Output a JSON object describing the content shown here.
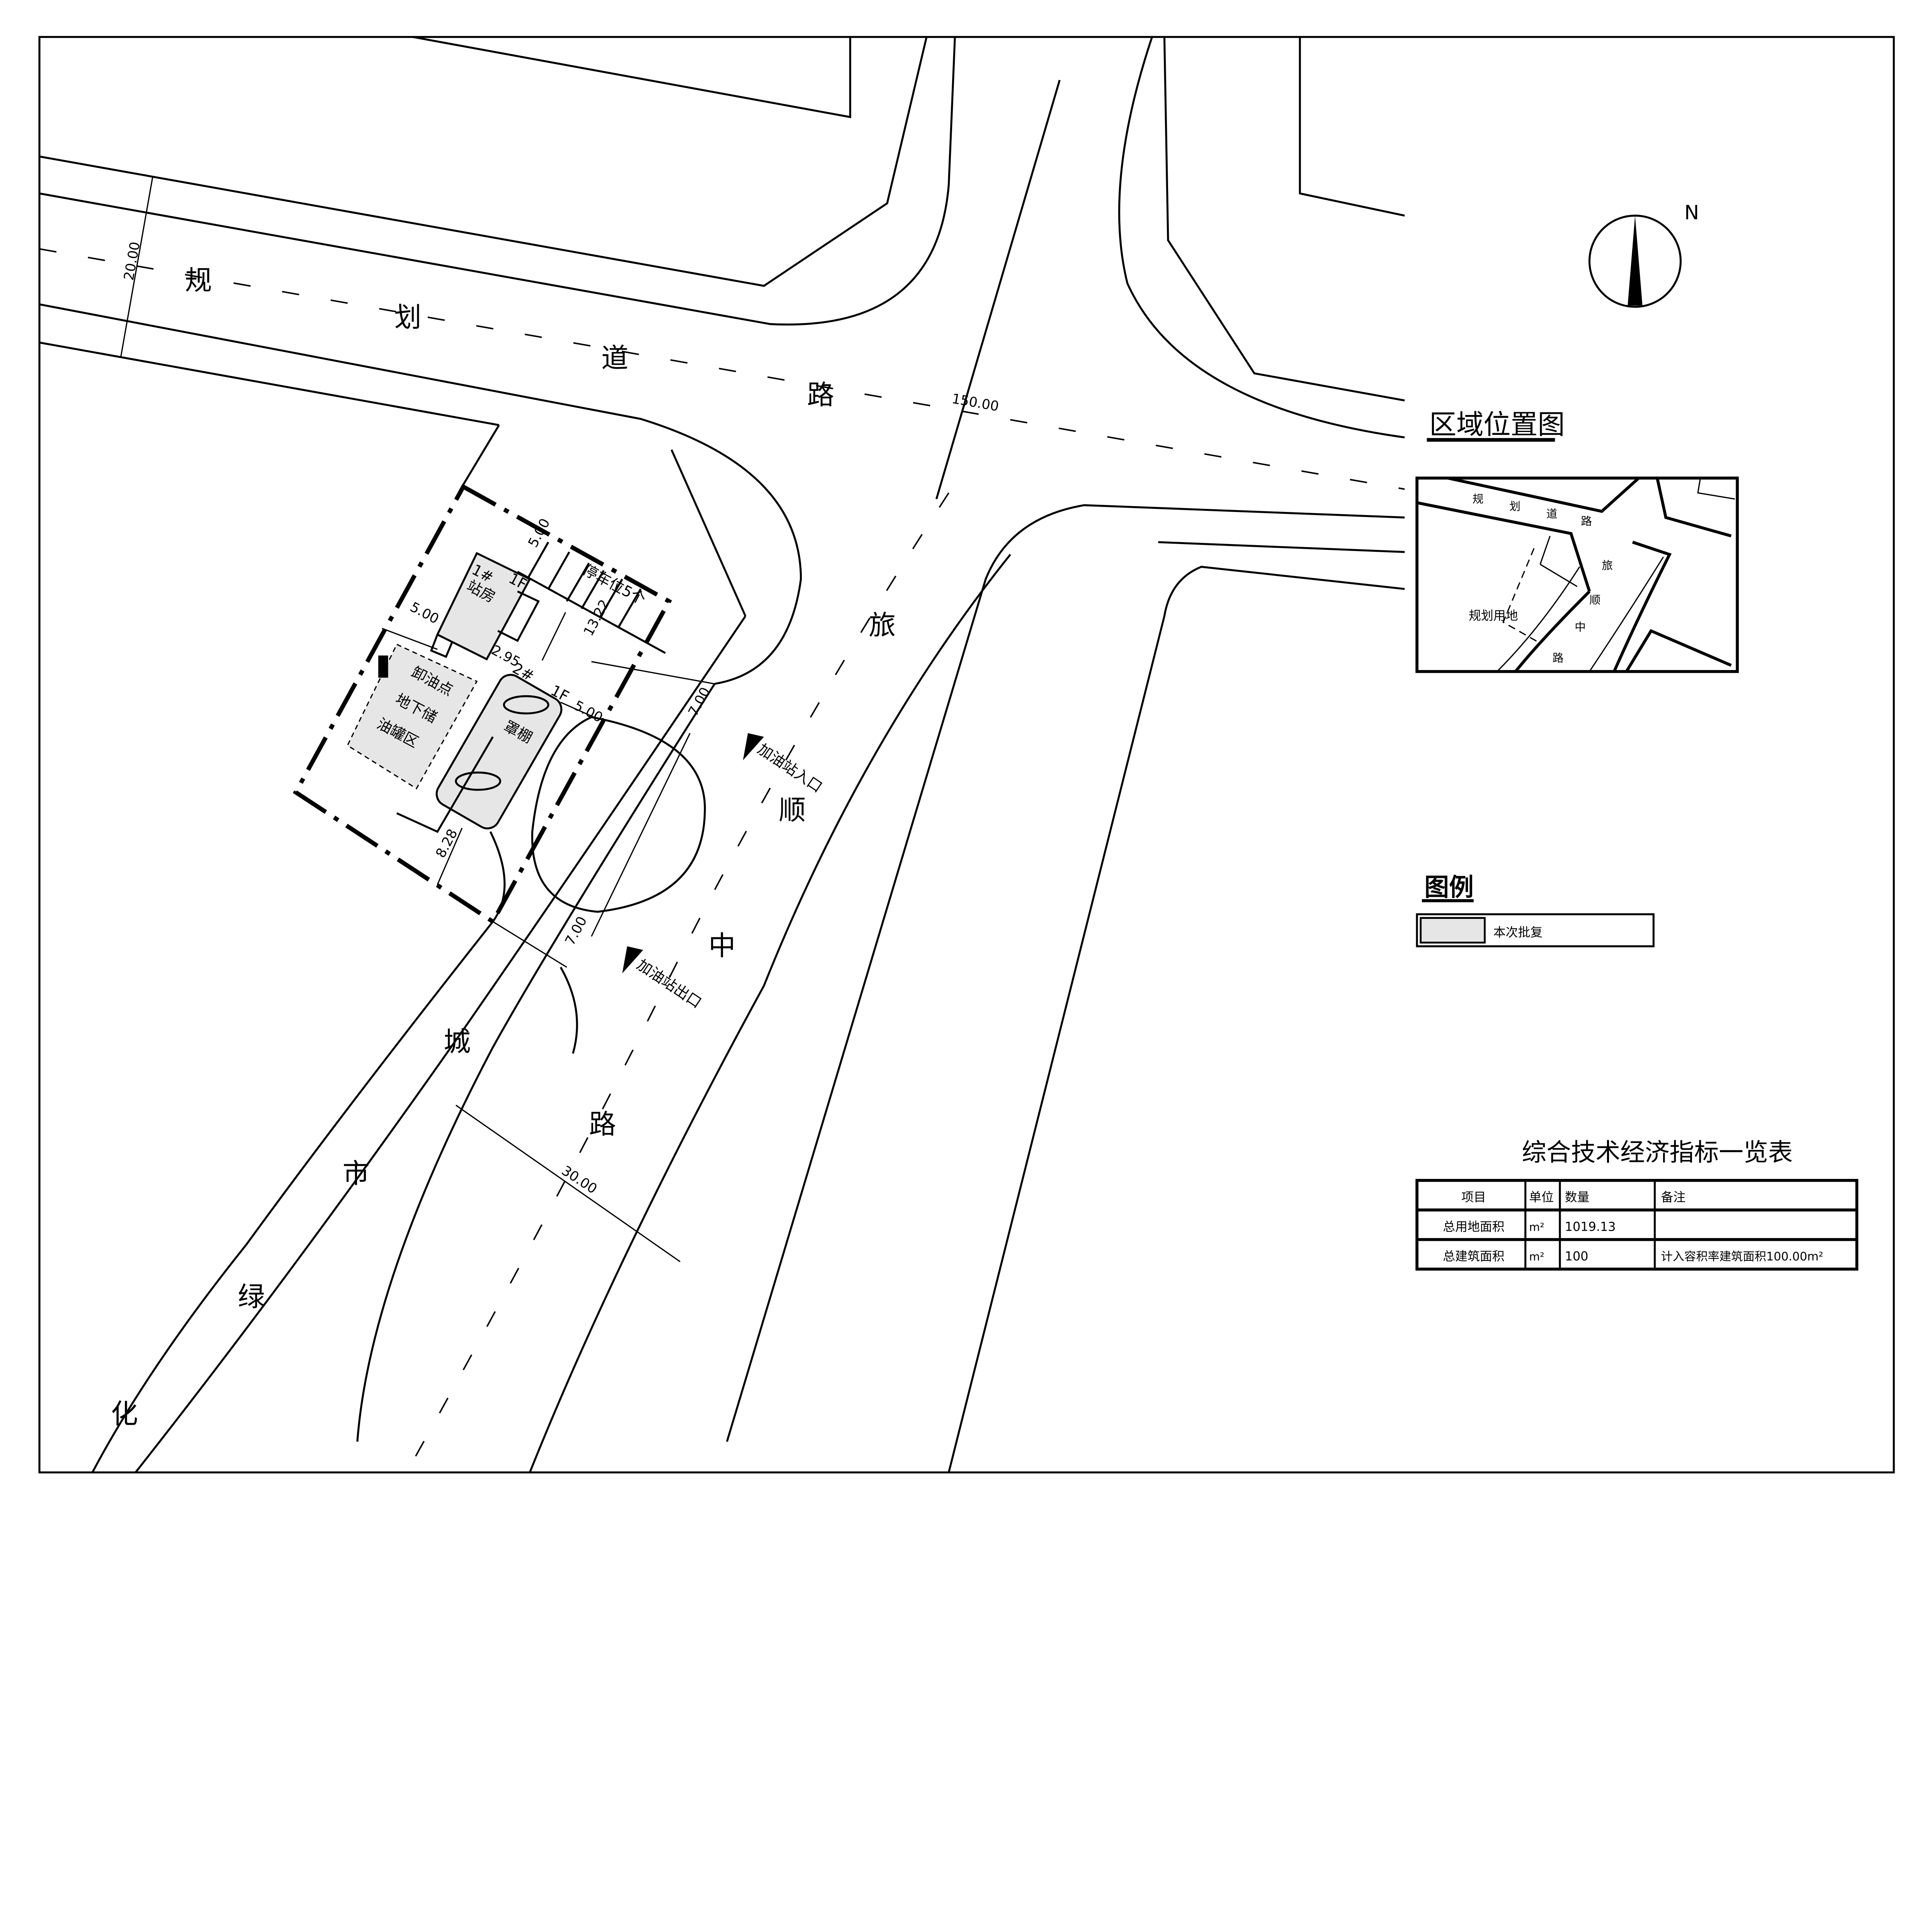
{
  "roads": {
    "planned_road": [
      "规",
      "划",
      "道",
      "路"
    ],
    "lvshun_road": [
      "旅",
      "顺",
      "中",
      "路"
    ],
    "green_strip": [
      "城",
      "市",
      "绿",
      "化"
    ]
  },
  "dimensions": {
    "road_width": "20.00",
    "road_length": "150.00",
    "lvshun_width": "30.00",
    "setback_top": "5.00",
    "setback_left": "5.00",
    "setback_right": "5.00",
    "depth": "13.22",
    "gap": "2.95",
    "bottom": "8.28",
    "entrance_width": "7.00",
    "exit_width": "7.00"
  },
  "site": {
    "station_no": "1#",
    "station_name": "站房",
    "station_floors": "1F",
    "canopy_no": "2#",
    "canopy_name": "罩棚",
    "canopy_floors": "1F",
    "tank_lines": [
      "卸油点",
      "地下储",
      "油罐区"
    ],
    "parking": "停车位5个",
    "entrance": "加油站入口",
    "exit": "加油站出口"
  },
  "north": "N",
  "location_map": {
    "title": "区域位置图",
    "planned_road": [
      "规",
      "划",
      "道",
      "路"
    ],
    "lvshun_road": [
      "旅",
      "顺",
      "中",
      "路"
    ],
    "site_label": "规划用地"
  },
  "legend": {
    "title": "图例",
    "item": "本次批复",
    "swatch_color": "#e6e6e6"
  },
  "table": {
    "title": "综合技术经济指标一览表",
    "headers": [
      "项目",
      "单位",
      "数量",
      "备注"
    ],
    "rows": [
      [
        "总用地面积",
        "m²",
        "1019.13",
        ""
      ],
      [
        "总建筑面积",
        "m²",
        "100",
        "计入容积率建筑面积100.00m²"
      ]
    ]
  }
}
